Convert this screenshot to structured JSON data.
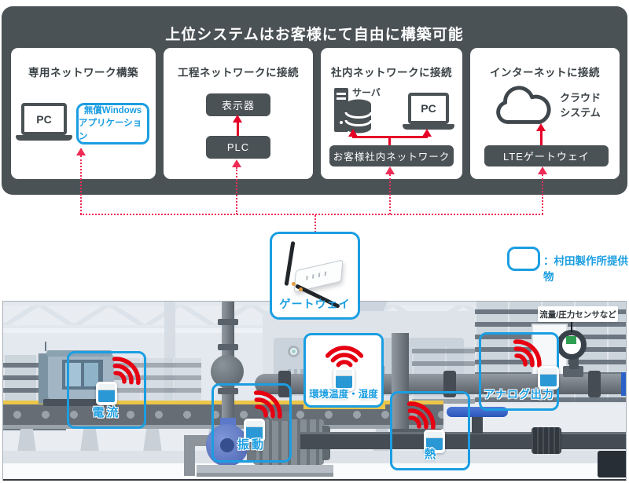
{
  "header": {
    "title": "上位システムはお客様にて自由に構築可能"
  },
  "cards": [
    {
      "title": "専用ネットワーク構築",
      "pc_label": "PC",
      "app_line1": "無償Windows",
      "app_line2": "アプリケーション"
    },
    {
      "title": "工程ネットワークに接続",
      "display_label": "表示器",
      "plc_label": "PLC"
    },
    {
      "title": "社内ネットワークに接続",
      "server_label": "サーバ",
      "pc_label": "PC",
      "network_label": "お客様社内ネットワーク"
    },
    {
      "title": "インターネットに接続",
      "cloud_line1": "クラウド",
      "cloud_line2": "システム",
      "lte_label": "LTEゲートウェイ"
    }
  ],
  "gateway": {
    "label": "ゲートウェイ"
  },
  "legend": {
    "label": "：村田製作所提供物"
  },
  "factory": {
    "gauge_label": "流量/圧力センサなど",
    "sensors": [
      {
        "label": "電流"
      },
      {
        "label": "振動"
      },
      {
        "label": "環境温度・湿度"
      },
      {
        "label": "熱"
      },
      {
        "label": "アナログ出力"
      }
    ]
  },
  "icons": {
    "laptop": "laptop-icon",
    "server": "server-tower-icon",
    "database": "database-icon",
    "cloud": "cloud-icon",
    "router": "wifi-router-icon",
    "wifi": "wifi-signal-icon",
    "sensor": "sensor-cube-icon",
    "gauge": "pressure-gauge-icon",
    "arrow": "red-arrow-icon"
  },
  "colors": {
    "panel_dark": "#4b5256",
    "accent_blue": "#1b9ee2",
    "arrow_red": "#e60027",
    "dotted_red": "#ef2b55",
    "wifi_red": "#e60012"
  }
}
